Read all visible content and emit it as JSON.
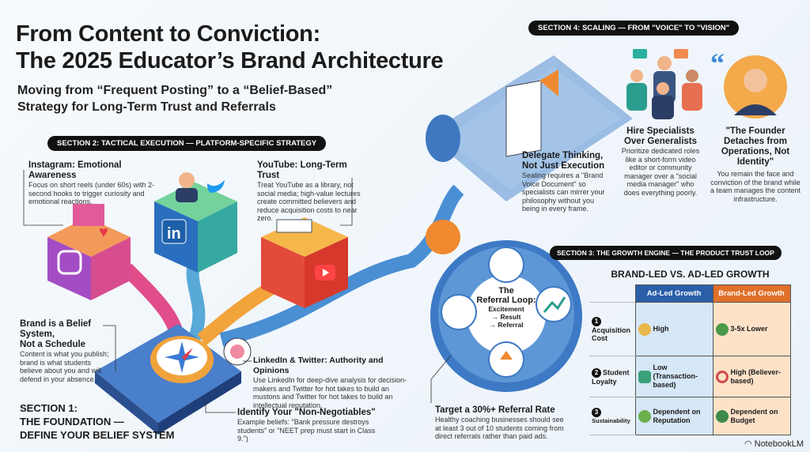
{
  "title": {
    "line1": "From Content to Conviction:",
    "line2": "The 2025 Educator’s Brand Architecture"
  },
  "subtitle": {
    "line1": "Moving from “Frequent Posting” to a “Belief-Based”",
    "line2": "Strategy for Long-Term Trust and Referrals"
  },
  "section2": {
    "label": "SECTION 2: TACTICAL EXECUTION — PLATFORM-SPECIFIC STRATEGY",
    "instagram": {
      "heading": "Instagram: Emotional Awareness",
      "text": "Focus on short reels (under 60s) with 2-second hooks to trigger curiosity and emotional reactions."
    },
    "youtube": {
      "heading": "YouTube: Long-Term Trust",
      "text": "Treat YouTube as a library, not social media; high-value lectures create committed believers and reduce acquisition costs to near zero."
    },
    "linkedin": {
      "heading": "LinkedIn & Twitter: Authority and Opinions",
      "text": "Use LinkedIn for deep-dive analysis for decision-makers and Twitter for hot takes to build an mustons and Twitter for hot takes to build an intellectual reputation."
    },
    "linkedin_glyph": "in"
  },
  "section1": {
    "label_line1": "SECTION 1:",
    "label_line2": "THE FOUNDATION —",
    "label_line3": "DEFINE YOUR BELIEF SYSTEM",
    "belief": {
      "heading_line1": "Brand is a Belief System,",
      "heading_line2": "Not a Schedule",
      "text": "Content is what you publish; brand is what students believe about you and will defend in your absence."
    },
    "nonneg": {
      "heading": "Identify Your \"Non-Negotiables\"",
      "text": "Example beliefs: \"Bank pressure destroys students\" or \"NEET prep must start in Class 9.\")"
    }
  },
  "section4": {
    "label": "SECTION 4: SCALING — FROM \"VOICE\" TO \"VISION\"",
    "delegate": {
      "heading_line1": "Delegate Thinking,",
      "heading_line2": "Not Just Execution",
      "text": "Sealing requires a \"Brand Voice Document\" so specialists can mirrer your philosophy without you being in every frame."
    },
    "hire": {
      "heading_line1": "Hire Specialists",
      "heading_line2": "Over Generalists",
      "text": "Prioritize dedicated roles like a short-form video editor or community manager over a \"social media manager\" who does everything poorly."
    },
    "founder": {
      "heading": "\"The Founder Detaches from Operations, Not Identity\"",
      "text": "You remain the face and conviction of the brand while a team manages the content infrastructure."
    }
  },
  "section3": {
    "label": "SECTION 3: THE GROWTH ENGINE — THE PRODUCT TRUST LOOP",
    "loop": {
      "title_line1": "The",
      "title_line2": "Referral Loop:",
      "step1": "Excitement",
      "step2": "→ Result",
      "step3": "→ Referral"
    },
    "target": {
      "heading": "Target a 30%+ Referral Rate",
      "text": "Healthy coaching businesses should see at least 3 out of 10 students coming from direct referrals rather than paid ads."
    },
    "table": {
      "title": "BRAND-LED VS. AD-LED GROWTH",
      "columns": [
        "Ad-Led Growth",
        "Brand-Led Growth"
      ],
      "rows": [
        {
          "num": "1",
          "label": "Acquisition Cost",
          "ad": "High",
          "brand": "3-5x Lower"
        },
        {
          "num": "2",
          "label": "Student Loyalty",
          "ad": "Low (Transaction-based)",
          "brand": "High (Believer-based)"
        },
        {
          "num": "3",
          "label": "Sustainability",
          "ad": "Dependent on Reputation",
          "brand": "Dependent on Budget"
        }
      ]
    }
  },
  "footer": {
    "brand": "NotebookLM"
  },
  "colors": {
    "ad_header": "#2a5fa8",
    "brand_header": "#e0702a",
    "ad_cell": "#d6e7f7",
    "brand_cell": "#fde2c8"
  }
}
